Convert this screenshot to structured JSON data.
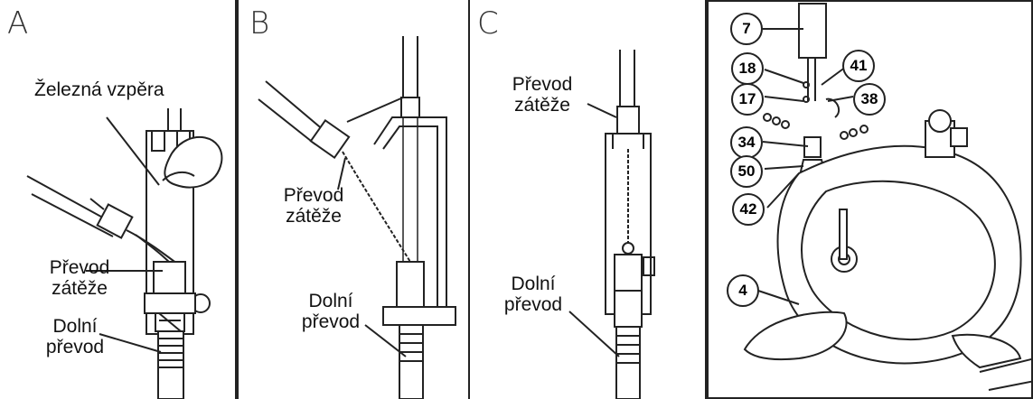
{
  "panels": {
    "a": {
      "letter": "A",
      "label_strut": "Železná vzpěra",
      "label_load": "Převod zátěže",
      "label_lower": "Dolní převod"
    },
    "b": {
      "letter": "B",
      "label_load": "Převod zátěže",
      "label_lower": "Dolní převod"
    },
    "c": {
      "letter": "C",
      "label_load": "Převod zátěže",
      "label_lower": "Dolní převod"
    },
    "d": {
      "callouts": [
        "7",
        "18",
        "41",
        "17",
        "38",
        "34",
        "50",
        "42",
        "4"
      ]
    }
  }
}
